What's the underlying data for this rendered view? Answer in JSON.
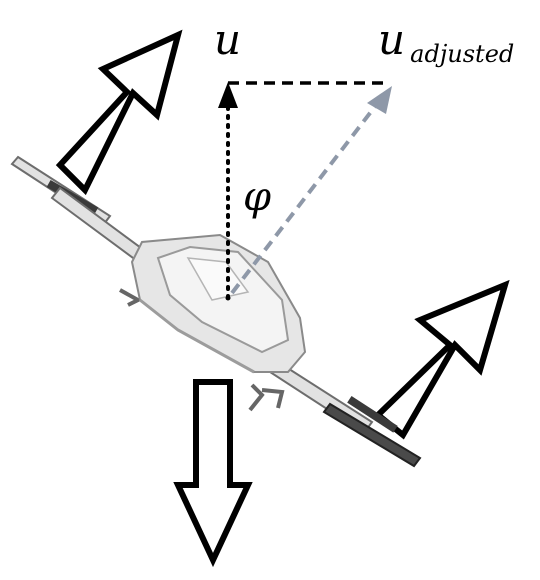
{
  "labels": {
    "u": "u",
    "u_adjusted_main": "u",
    "u_adjusted_sub": "adjusted",
    "phi": "φ"
  },
  "colors": {
    "thrust_vector": "#000000",
    "adjusted_vector": "#8e98a8",
    "arrow_fill": "#ffffff",
    "drone_body": "#e6e6e6"
  },
  "icons": {
    "drone": "tilted-quadrotor-drone-icon"
  }
}
